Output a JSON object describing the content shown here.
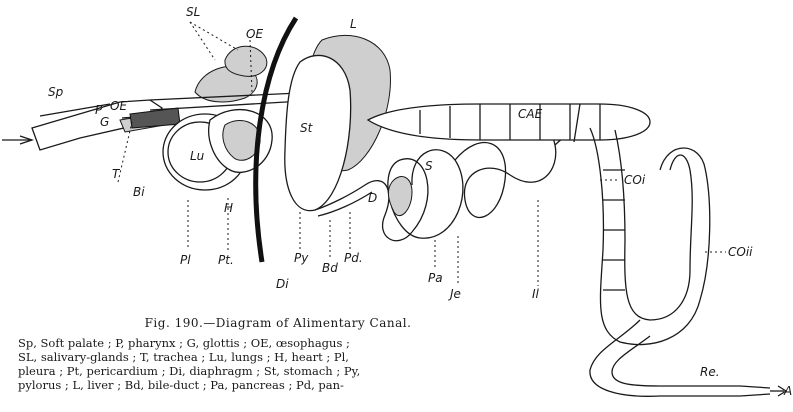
{
  "figure": {
    "caption_title": "Fig. 190.—Diagram of Alimentary Canal.",
    "legend_lines": [
      "Sp, Soft palate ; P, pharynx ; G, glottis ; OE, œsophagus ;",
      "SL, salivary-glands ; T, trachea ; Lu, lungs ; H, heart ; Pl,",
      "pleura ; Pt, pericardium ; Di, diaphragm ; St, stomach ; Py,",
      "pylorus ; L, liver ; Bd, bile-duct ; Pa, pancreas ; Pd, pan-"
    ],
    "labels": {
      "sp": "Sp",
      "p": "P",
      "oe_small": "OE",
      "g": "G",
      "sl": "SL",
      "oe": "OE",
      "l": "L",
      "st": "St",
      "t": "T",
      "lu": "Lu",
      "bi": "Bi",
      "h": "H",
      "pl": "Pl",
      "pt": "Pt.",
      "di": "Di",
      "py": "Py",
      "bd": "Bd",
      "pd": "Pd.",
      "d": "D",
      "s": "S",
      "pa": "Pa",
      "je": "Je",
      "il": "Il",
      "cae": "CAE",
      "coi": "COi",
      "coii": "COii",
      "re": "Re.",
      "a": "A"
    }
  }
}
